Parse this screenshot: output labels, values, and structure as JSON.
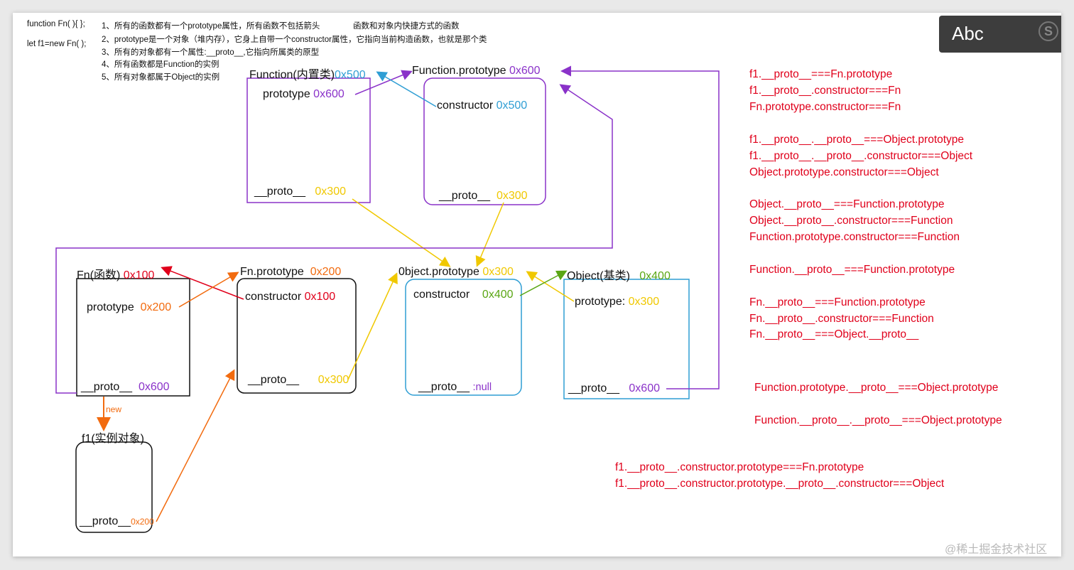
{
  "code": {
    "line1": "function Fn( ){  };",
    "line2": "let f1=new Fn( );"
  },
  "notes": {
    "n1": "1、所有的函数都有一个prototype属性，所有函数不包括箭头",
    "n1b": "函数和对象内快捷方式的函数",
    "n2": "2、prototype是一个对象（堆内存），它身上自带一个constructor属性，它指向当前构造函数，也就是那个类",
    "n3": "3、所有的对象都有一个属性:__proto__,它指向所属类的原型",
    "n4": "4、所有函数都是Function的实例",
    "n5": "5、所有对象都属于Object的实例"
  },
  "badge": {
    "text": "Abc",
    "mark": "S"
  },
  "boxes": {
    "function": {
      "title": "Function(内置类)",
      "addr": "0x500",
      "prototype": "prototype",
      "prototype_addr": "0x600",
      "proto": "__proto__",
      "proto_addr": "0x300"
    },
    "function_prototype": {
      "title": "Function.prototype",
      "addr": "0x600",
      "constructor": "constructor",
      "constructor_addr": "0x500",
      "proto": "__proto__",
      "proto_addr": "0x300"
    },
    "fn": {
      "title": "Fn(函数)",
      "addr": "0x100",
      "prototype": "prototype",
      "prototype_addr": "0x200",
      "proto": "__proto__",
      "proto_addr": "0x600"
    },
    "fn_prototype": {
      "title": "Fn.prototype",
      "addr": "0x200",
      "constructor": "constructor",
      "constructor_addr": "0x100",
      "proto": "__proto__",
      "proto_addr": "0x300"
    },
    "object_prototype": {
      "title": "0bject.prototype",
      "addr": "0x300",
      "constructor": "constructor",
      "constructor_addr": "0x400",
      "proto": "__proto__",
      "proto_addr": ":null"
    },
    "object": {
      "title": "Object(基类)",
      "addr": "0x400",
      "prototype": "prototype:",
      "prototype_addr": "0x300",
      "proto": "__proto__",
      "proto_addr": "0x600"
    },
    "f1": {
      "title": "f1(实例对象)",
      "proto": "__proto__",
      "proto_addr": "0x200"
    }
  },
  "new_label": "new",
  "equations": [
    "f1.__proto__===Fn.prototype",
    "f1.__proto__.constructor===Fn",
    "Fn.prototype.constructor===Fn",
    "f1.__proto__.__proto__===Object.prototype",
    "f1.__proto__.__proto__.constructor===Object",
    "Object.prototype.constructor===Object",
    "Object.__proto__===Function.prototype",
    "Object.__proto__.constructor===Function",
    "Function.prototype.constructor===Function",
    "Function.__proto__===Function.prototype",
    "Fn.__proto__===Function.prototype",
    "Fn.__proto__.constructor===Function",
    "Fn.__proto__===Object.__proto__",
    "Function.prototype.__proto__===Object.prototype",
    "Function.__proto__.__proto__===Object.prototype",
    "f1.__proto__.constructor.prototype===Fn.prototype",
    "f1.__proto__.constructor.prototype.__proto__.constructor===Object"
  ],
  "watermark": "@稀土掘金技术社区",
  "colors": {
    "red": "#e0001b",
    "orange": "#f26b0f",
    "yellow": "#f0c800",
    "purple": "#8a32c9",
    "blue": "#2f9ed4",
    "green": "#5aa614"
  }
}
